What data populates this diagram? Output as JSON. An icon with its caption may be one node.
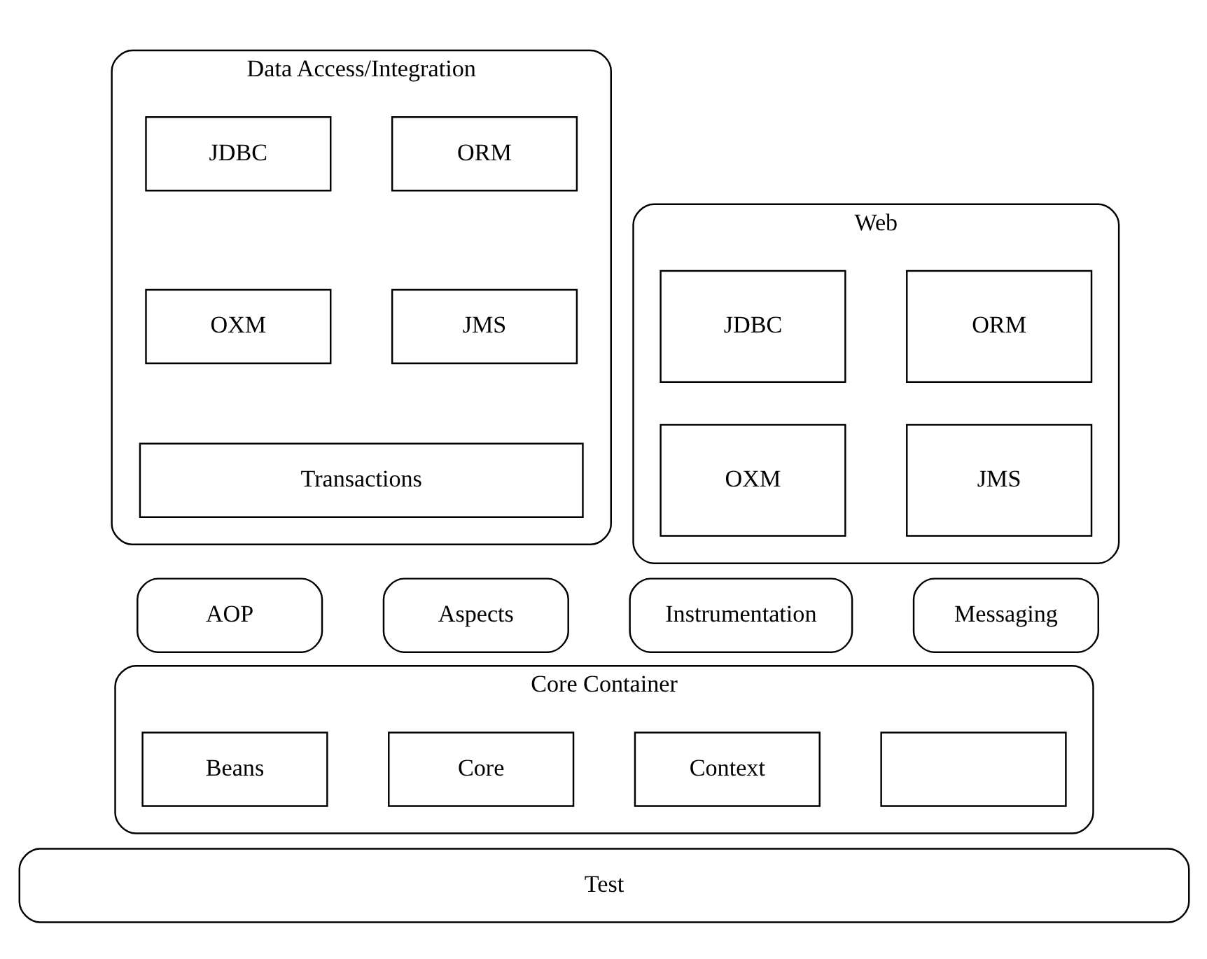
{
  "diagram": {
    "nodes": [
      {
        "text": [
          "Data Access/Integration"
        ]
      },
      {
        "text": [
          "JDBC"
        ],
        "in": 0
      },
      {
        "text": [
          "ORM"
        ],
        "in": 0
      },
      {
        "text": [
          "OXM"
        ],
        "in": 0
      },
      {
        "text": [
          "JMS"
        ],
        "in": 0
      },
      {
        "text": [
          "Transactions"
        ],
        "in": 0
      },
      {
        "text": [
          "Web"
        ]
      },
      {
        "text": [
          "JDBC"
        ],
        "in": 6
      },
      {
        "text": [
          "ORM"
        ],
        "in": 6
      },
      {
        "text": [
          "OXM"
        ],
        "in": 6
      },
      {
        "text": [
          "JMS"
        ],
        "in": 6
      },
      {
        "text": [
          "AOP"
        ]
      },
      {
        "text": [
          "Aspects"
        ]
      },
      {
        "text": [
          "Instrumentation"
        ]
      },
      {
        "text": [
          "Messaging"
        ]
      },
      {
        "text": [
          "Core Container"
        ]
      },
      {
        "text": [
          "Beans"
        ],
        "in": 15
      },
      {
        "text": [
          "Core"
        ],
        "in": 15
      },
      {
        "text": [
          "Context"
        ],
        "in": 15
      },
      {
        "text": [],
        "shape": "box",
        "in": 15
      },
      {
        "text": [
          "Test"
        ]
      }
    ],
    "edges": []
  }
}
